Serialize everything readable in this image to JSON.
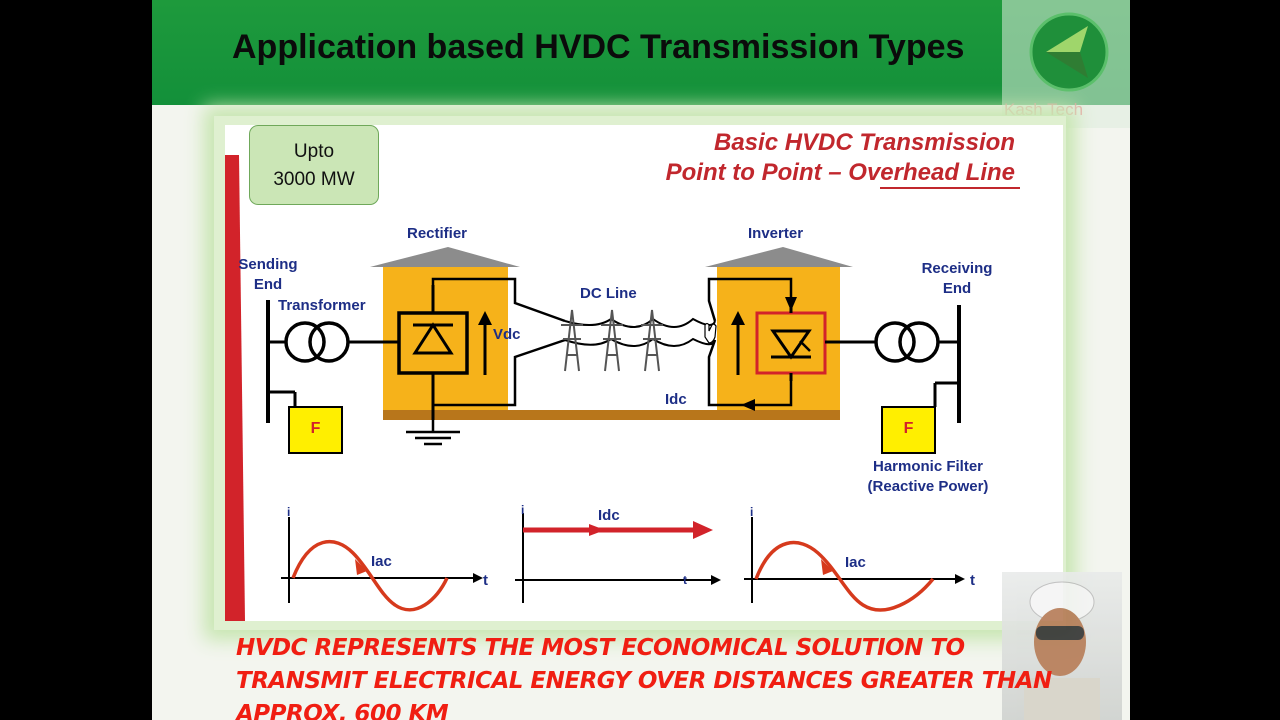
{
  "slide": {
    "title": "Application based HVDC Transmission Types",
    "logo_text": "Kash Tech",
    "banner_line1": "HVDC represents the most economical solution to",
    "banner_line2": "transmit electrical energy over distances greater than",
    "banner_line3": "approx. 600 km"
  },
  "figure": {
    "capacity_line1": "Upto",
    "capacity_line2": "3000 MW",
    "heading_line1": "Basic HVDC Transmission",
    "heading_line2": "Point to Point – Overhead Line",
    "labels": {
      "sending": "Sending",
      "sending_end": "End",
      "transformer": "Transformer",
      "rectifier": "Rectifier",
      "dc_line": "DC Line",
      "inverter": "Inverter",
      "receiving": "Receiving",
      "receiving_end": "End",
      "vdc": "Vdc",
      "idc": "Idc",
      "filter_left": "F",
      "filter_right": "F",
      "harmonic_filter": "Harmonic Filter",
      "reactive_power": "(Reactive Power)"
    },
    "waveforms": {
      "left_current": "Iac",
      "mid_current": "Idc",
      "right_current": "Iac",
      "axis_i": "i",
      "axis_t": "t"
    }
  },
  "colors": {
    "header_green": "#1e9a3c",
    "station_orange": "#f6b21a",
    "heading_red": "#c1272d",
    "label_blue": "#1d2e86",
    "filter_yellow": "#ffef00",
    "banner_red": "#f01e12"
  }
}
